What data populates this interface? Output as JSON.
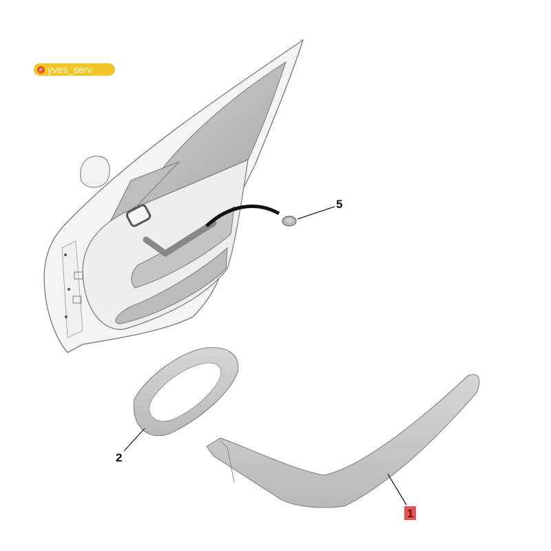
{
  "diagram": {
    "type": "exploded-parts-diagram",
    "subject": "front door interior trim panel with pull handle parts",
    "watermark": {
      "text": "yves_serv",
      "icon": "check-badge-icon",
      "background": "#f3c52a"
    },
    "callouts": [
      {
        "id": "1",
        "label": "1",
        "part": "door pull handle trim strip",
        "highlighted": true,
        "highlight_color": "#e05555"
      },
      {
        "id": "2",
        "label": "2",
        "part": "inner handle bezel frame",
        "highlighted": false
      },
      {
        "id": "5",
        "label": "5",
        "part": "round clip / plug",
        "highlighted": false
      }
    ],
    "colors": {
      "part_fill": "#c9c9c9",
      "panel_fill": "#eeeeee",
      "line": "#555555",
      "glass_fill": "#bdbdbd"
    }
  }
}
